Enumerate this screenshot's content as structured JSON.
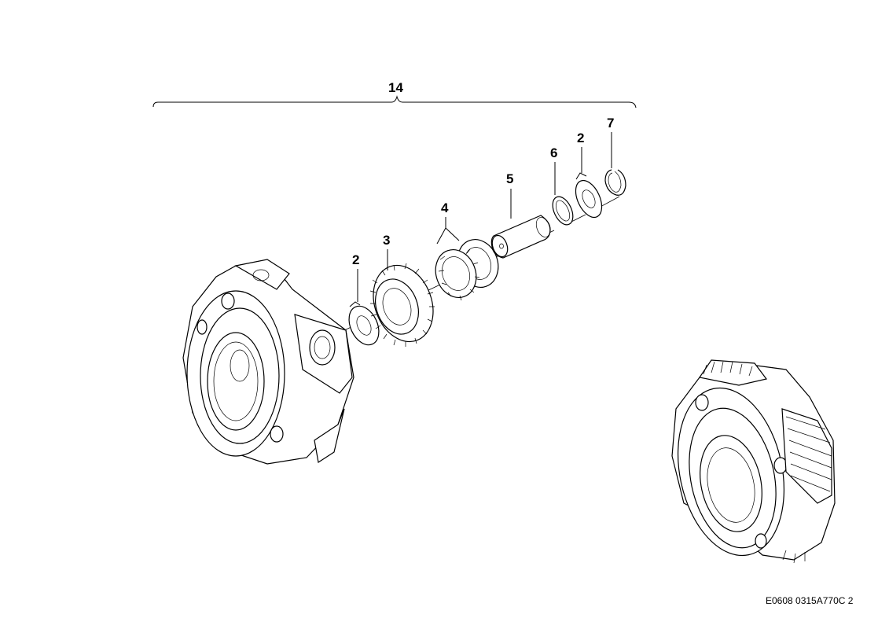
{
  "callouts": {
    "assembly": "14",
    "washer_left": "2",
    "gear": "3",
    "bearings": "4",
    "pin": "5",
    "ring": "6",
    "washer_right": "2",
    "snap_ring": "7"
  },
  "reference_code": "E0608 0315A770C 2"
}
